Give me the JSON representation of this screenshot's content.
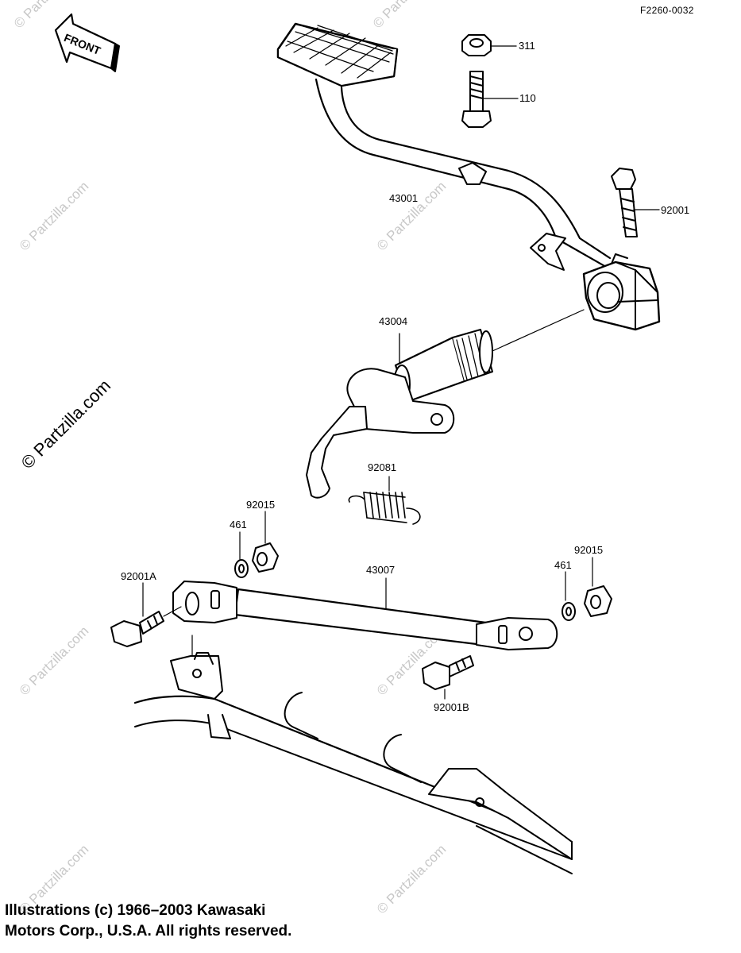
{
  "diagram_code": "F2260-0032",
  "front_arrow_label": "FRONT",
  "parts": {
    "nut_311": "311",
    "bolt_110": "110",
    "pedal_43001": "43001",
    "bolt_92001": "92001",
    "shaft_43004": "43004",
    "spring_92081": "92081",
    "nut_92015_left": "92015",
    "washer_461_left": "461",
    "bolt_92001A": "92001A",
    "rod_43007": "43007",
    "nut_92015_right": "92015",
    "washer_461_right": "461",
    "bolt_92001B": "92001B"
  },
  "copyright": {
    "line1": "Illustrations (c) 1966–2003 Kawasaki",
    "line2": "Motors Corp., U.S.A.  All rights reserved."
  },
  "watermark": {
    "text": "© Partzilla.com",
    "main_text": "© Partzilla.com"
  }
}
